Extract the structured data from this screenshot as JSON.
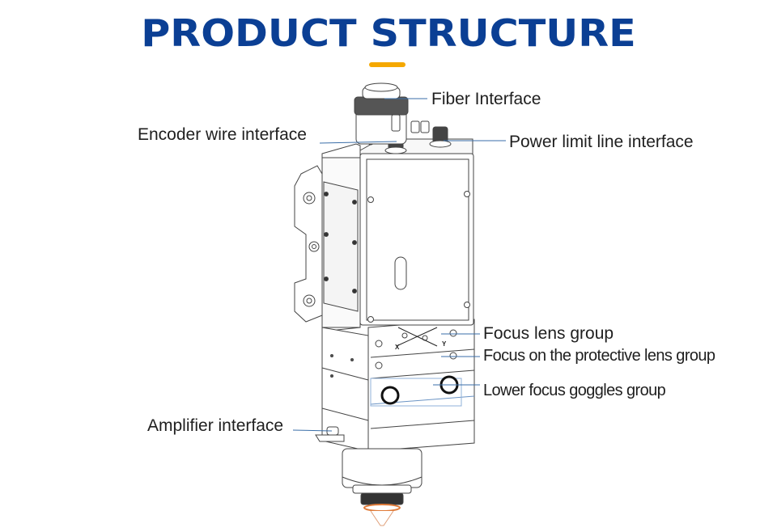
{
  "header": {
    "title": "PRODUCT STRUCTURE",
    "title_color": "#0b3f94",
    "accent_color": "#f5a800"
  },
  "labels": {
    "fiber_interface": "Fiber Interface",
    "encoder_wire_interface": "Encoder wire interface",
    "power_limit_line_interface": "Power limit line interface",
    "focus_lens_group": "Focus lens group",
    "focus_protective_lens_group": "Focus on the protective lens group",
    "lower_focus_goggles_group": "Lower focus goggles group",
    "amplifier_interface": "Amplifier interface"
  },
  "diagram": {
    "axis_x": "X",
    "axis_y": "Y",
    "leader_color": "#3a6ea8",
    "nozzle_accent_color": "#e07b39"
  }
}
